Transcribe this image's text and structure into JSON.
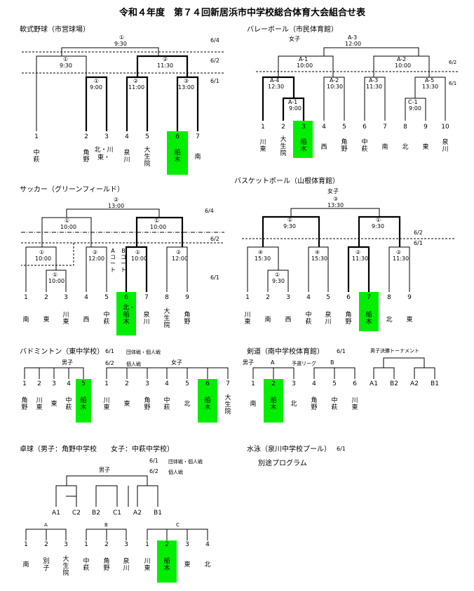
{
  "title": "令和４年度　第７４回新居浜市中学校総合体育大会組合せ表",
  "baseball": {
    "heading": "軟式野球（市営球場）",
    "dates": [
      "6/4",
      "6/2",
      "6/1"
    ],
    "matches": [
      {
        "no": "①",
        "time": "9:30"
      },
      {
        "no": "①",
        "time": "9:30"
      },
      {
        "no": "②",
        "time": "11:30"
      },
      {
        "no": "①",
        "time": "9:00"
      },
      {
        "no": "②",
        "time": "11:00"
      },
      {
        "no": "③",
        "time": "13:00"
      }
    ],
    "entries": [
      {
        "num": "1",
        "name": "中萩"
      },
      {
        "num": "2",
        "name": "角野"
      },
      {
        "num": "3",
        "name": "北・川東・"
      },
      {
        "num": "4",
        "name": "泉川"
      },
      {
        "num": "5",
        "name": "大生院"
      },
      {
        "num": "6",
        "name": "船木"
      },
      {
        "num": "7",
        "name": "南"
      }
    ]
  },
  "volleyball": {
    "heading": "バレーボール（市民体育館）",
    "gender": "女子",
    "dates": [
      "6/2",
      "6/1"
    ],
    "matches": [
      {
        "no": "A-3",
        "time": "12:00"
      },
      {
        "no": "A-1",
        "time": "10:00"
      },
      {
        "no": "A-2",
        "time": "10:00"
      },
      {
        "no": "A-4",
        "time": "12:30"
      },
      {
        "no": "A-2",
        "time": "10:30"
      },
      {
        "no": "A-3",
        "time": "11:30"
      },
      {
        "no": "A-5",
        "time": "13:30"
      },
      {
        "no": "A-1",
        "time": "9:00"
      },
      {
        "no": "C-1",
        "time": "9:00"
      }
    ],
    "entries": [
      {
        "num": "1",
        "name": "川東"
      },
      {
        "num": "2",
        "name": "大生院"
      },
      {
        "num": "3",
        "name": "船木"
      },
      {
        "num": "4",
        "name": "西"
      },
      {
        "num": "5",
        "name": "角野"
      },
      {
        "num": "6",
        "name": "中萩"
      },
      {
        "num": "7",
        "name": "南"
      },
      {
        "num": "8",
        "name": "北"
      },
      {
        "num": "9",
        "name": "東"
      },
      {
        "num": "10",
        "name": "泉川"
      }
    ]
  },
  "soccer": {
    "heading": "サッカー（グリーンフィールド）",
    "dates": [
      "6/4",
      "6/2",
      "6/1"
    ],
    "court_a": "Aコート",
    "court_b": "Bコート",
    "matches": [
      {
        "no": "②",
        "time": "13:00"
      },
      {
        "no": "①",
        "time": "10:00"
      },
      {
        "no": "①",
        "time": "10:00"
      },
      {
        "no": "①",
        "time": "10:00"
      },
      {
        "no": "②",
        "time": "12:00"
      },
      {
        "no": "①",
        "time": "10:00"
      },
      {
        "no": "②",
        "time": "12:00"
      },
      {
        "no": "①",
        "time": "10:00"
      }
    ],
    "entries": [
      {
        "num": "1",
        "name": "南"
      },
      {
        "num": "2",
        "name": "東"
      },
      {
        "num": "3",
        "name": "川東"
      },
      {
        "num": "4",
        "name": "西"
      },
      {
        "num": "5",
        "name": "中萩"
      },
      {
        "num": "6",
        "name": "北・船木"
      },
      {
        "num": "7",
        "name": "泉川"
      },
      {
        "num": "8",
        "name": "大生院"
      },
      {
        "num": "9",
        "name": "角野"
      }
    ]
  },
  "basketball": {
    "heading": "バスケットボール（山根体育館）",
    "gender": "女子",
    "dates": [
      "6/2",
      "6/1"
    ],
    "matches": [
      {
        "no": "③",
        "time": "13:30"
      },
      {
        "no": "①",
        "time": "9:30"
      },
      {
        "no": "①",
        "time": "9:30"
      },
      {
        "no": "④",
        "time": "15:30"
      },
      {
        "no": "④",
        "time": "15:30"
      },
      {
        "no": "②",
        "time": "11:30"
      },
      {
        "no": "②",
        "time": "11:30"
      },
      {
        "no": "①",
        "time": "9:30"
      }
    ],
    "entries": [
      {
        "num": "1",
        "name": "川東"
      },
      {
        "num": "2",
        "name": "南"
      },
      {
        "num": "3",
        "name": "西"
      },
      {
        "num": "4",
        "name": "中萩"
      },
      {
        "num": "5",
        "name": "泉川"
      },
      {
        "num": "6",
        "name": "角野"
      },
      {
        "num": "7",
        "name": "船木"
      },
      {
        "num": "8",
        "name": "北"
      },
      {
        "num": "9",
        "name": "東"
      }
    ]
  },
  "badminton": {
    "heading": "バドミントン（東中学校）",
    "date1": "6/1",
    "note1": "団体戦・個人戦",
    "date2": "6/2",
    "note2": "個人戦",
    "boys": "男子",
    "girls": "女子",
    "boys_entries": [
      {
        "num": "1",
        "name": "角野"
      },
      {
        "num": "2",
        "name": "川東"
      },
      {
        "num": "3",
        "name": "東"
      },
      {
        "num": "4",
        "name": "中萩"
      },
      {
        "num": "5",
        "name": "船木"
      }
    ],
    "girls_entries": [
      {
        "num": "1",
        "name": "川東"
      },
      {
        "num": "2",
        "name": "東"
      },
      {
        "num": "3",
        "name": "角野"
      },
      {
        "num": "4",
        "name": "中萩"
      },
      {
        "num": "5",
        "name": "北"
      },
      {
        "num": "6",
        "name": "船木"
      },
      {
        "num": "7",
        "name": "大生院"
      }
    ]
  },
  "kendo": {
    "heading": "剣道（南中学校体育館）",
    "date": "6/1",
    "boys": "男子",
    "group_a": "A",
    "league": "予選リーグ",
    "group_b": "B",
    "final_title": "男子決勝トーナメント",
    "final_entries": [
      "A1",
      "B2",
      "A2",
      "B1"
    ],
    "entries": [
      {
        "num": "1",
        "name": "南"
      },
      {
        "num": "2",
        "name": "船木"
      },
      {
        "num": "3",
        "name": "北"
      },
      {
        "num": "4",
        "name": "角野"
      },
      {
        "num": "5",
        "name": "中萩"
      },
      {
        "num": "6",
        "name": "川東"
      }
    ]
  },
  "tabletennis": {
    "heading": "卓球（男子：角野中学校　　女子：中萩中学校）",
    "date1": "6/1",
    "note1": "団体戦・個人戦",
    "date2": "6/2",
    "note2": "個人戦",
    "boys": "男子",
    "final_entries": [
      "A1",
      "C2",
      "B2",
      "C1",
      "A2",
      "B1"
    ],
    "group_a": "A",
    "group_b": "B",
    "group_c": "C",
    "entries": [
      {
        "num": "1",
        "name": "南"
      },
      {
        "num": "2",
        "name": "別子"
      },
      {
        "num": "3",
        "name": "大生院"
      },
      {
        "num": "1",
        "name": "中萩"
      },
      {
        "num": "2",
        "name": "角野"
      },
      {
        "num": "3",
        "name": "泉川"
      },
      {
        "num": "1",
        "name": "川東"
      },
      {
        "num": "2",
        "name": "船木"
      },
      {
        "num": "3",
        "name": "東"
      },
      {
        "num": "4",
        "name": "北"
      }
    ]
  },
  "swimming": {
    "heading": "水泳（泉川中学校プール）",
    "date": "6/1",
    "note": "別途プログラム"
  }
}
